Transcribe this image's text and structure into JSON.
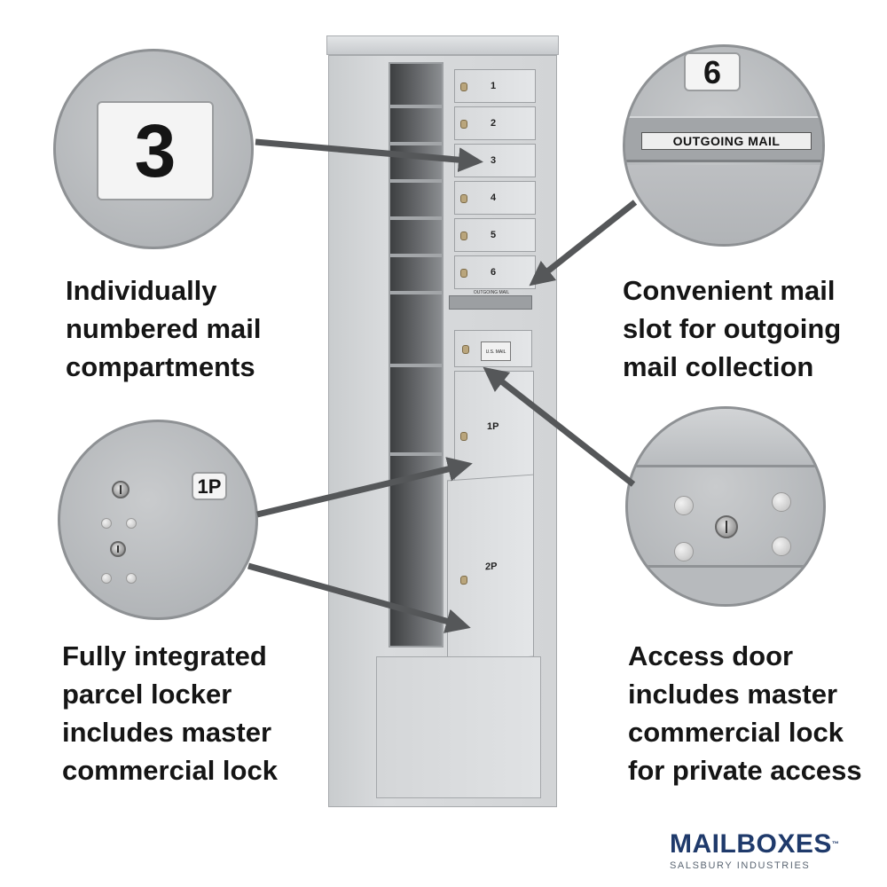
{
  "callouts": {
    "compartment_number": "3",
    "outgoing": {
      "number": "6",
      "slot_label": "OUTGOING MAIL"
    },
    "parcel": {
      "label": "1P"
    }
  },
  "unit": {
    "door_labels": [
      "1",
      "2",
      "3",
      "4",
      "5",
      "6"
    ],
    "parcel_labels": [
      "1P",
      "2P"
    ],
    "slot_label": "OUTGOING MAIL",
    "access_label": "U.S. MAIL"
  },
  "captions": {
    "numbered": [
      "Individually",
      "numbered mail",
      "compartments"
    ],
    "slot": [
      "Convenient mail",
      "slot for outgoing",
      "mail collection"
    ],
    "parcel": [
      "Fully integrated",
      "parcel locker",
      "includes master",
      "commercial lock"
    ],
    "access": [
      "Access door",
      "includes master",
      "commercial lock",
      "for private access"
    ]
  },
  "brand": {
    "name": "MAILBOXES",
    "trademark": "™",
    "tagline": "SALSBURY INDUSTRIES",
    "color": "#1f3a6b"
  },
  "colors": {
    "arrow": "#555759",
    "caption": "#151515",
    "metal": "#c9cbcd"
  }
}
